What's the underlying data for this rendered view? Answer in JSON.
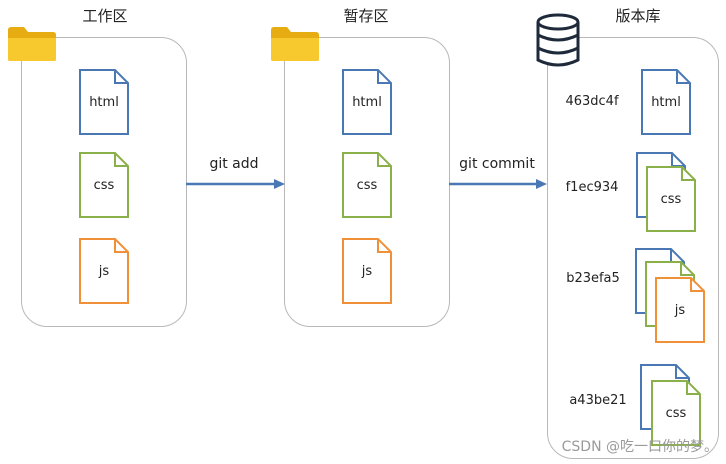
{
  "areas": {
    "workdir": {
      "title": "工作区",
      "files": [
        "html",
        "css",
        "js"
      ]
    },
    "staging": {
      "title": "暂存区",
      "files": [
        "html",
        "css",
        "js"
      ]
    },
    "repo": {
      "title": "版本库",
      "commits": [
        {
          "hash": "463dc4f",
          "top_file": "html"
        },
        {
          "hash": "f1ec934",
          "top_file": "css"
        },
        {
          "hash": "b23efa5",
          "top_file": "js"
        },
        {
          "hash": "a43be21",
          "top_file": "css"
        }
      ]
    }
  },
  "arrows": {
    "add": "git add",
    "commit": "git commit"
  },
  "colors": {
    "html": "#4a78b4",
    "css": "#8ab04a",
    "js": "#f0913a",
    "folder": "#f7c429",
    "arrow": "#4a78b4"
  },
  "icons": {
    "folder": "folder-icon",
    "database": "database-icon",
    "file": "file-icon"
  },
  "watermark": "CSDN @吃一口你的梦。"
}
